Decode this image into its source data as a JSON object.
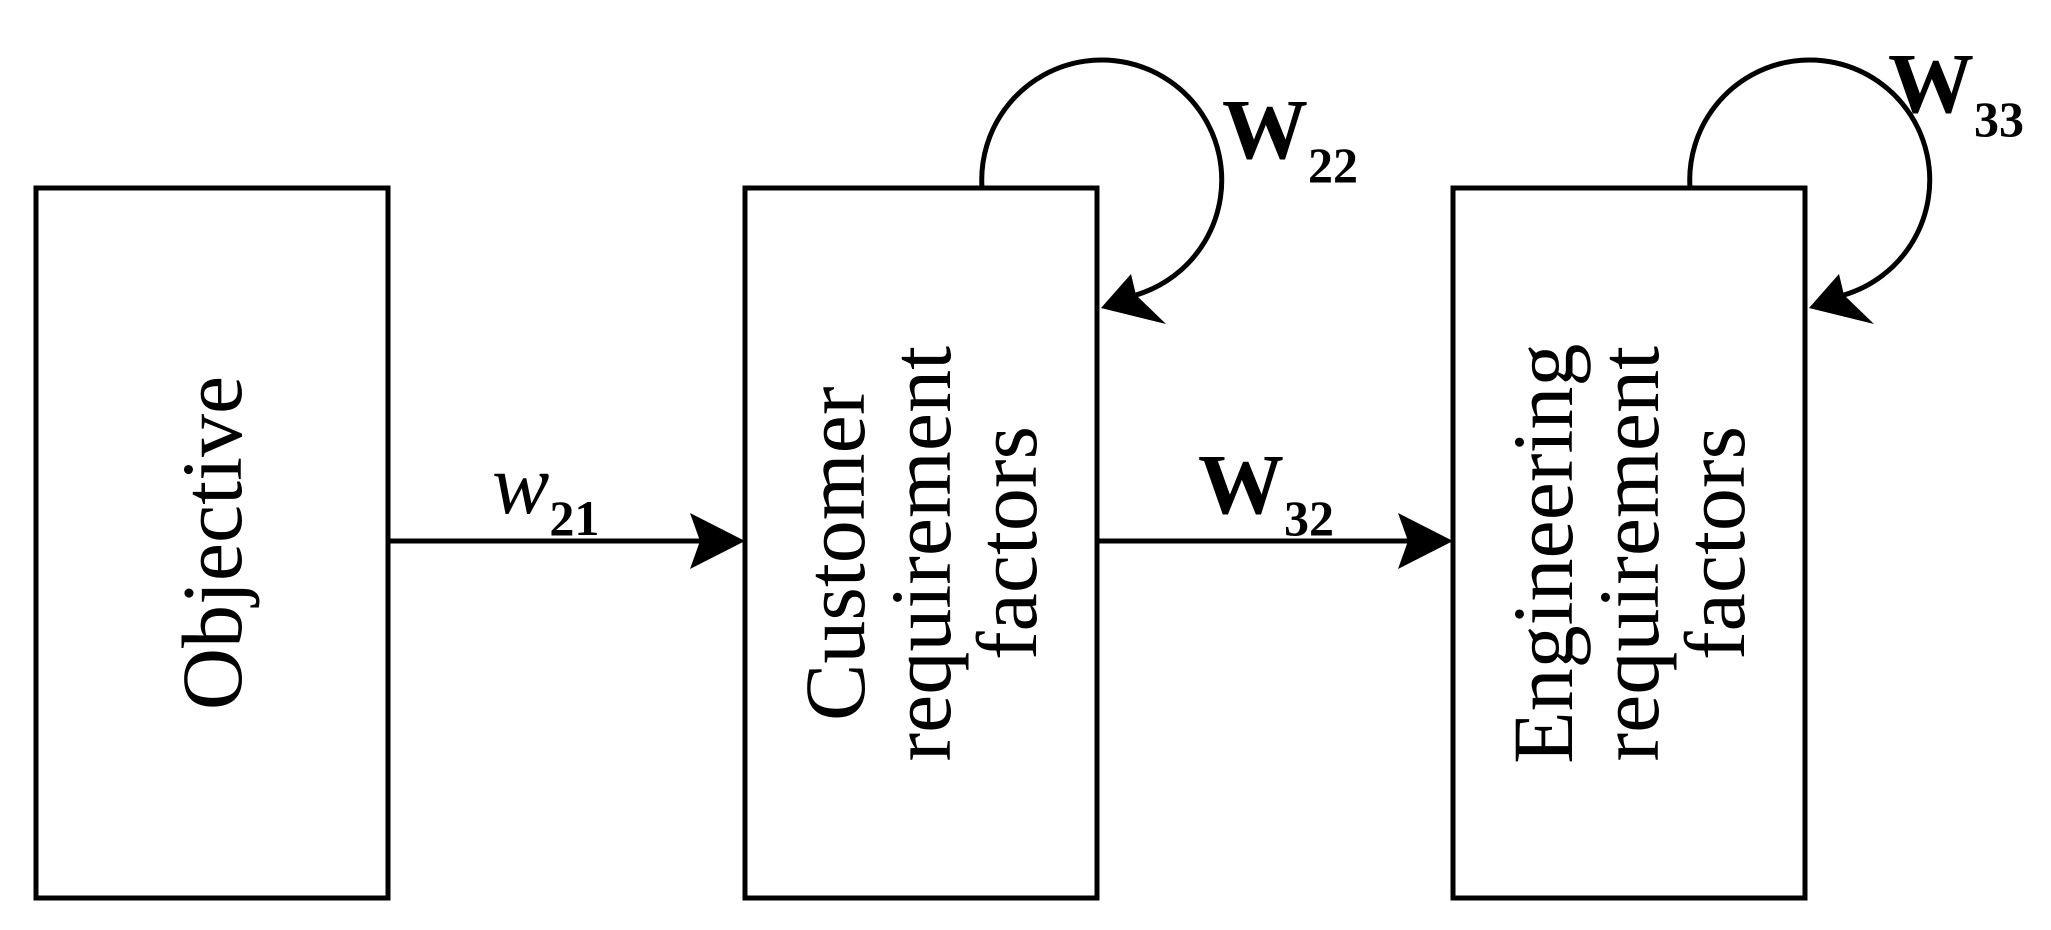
{
  "nodes": {
    "objective": {
      "lines": [
        "Objective"
      ]
    },
    "customer": {
      "lines": [
        "Customer",
        "requirement",
        "factors"
      ]
    },
    "engineering": {
      "lines": [
        "Engineering",
        "requirement",
        "factors"
      ]
    }
  },
  "edges": {
    "w21": {
      "symbol": "w",
      "subscript": "21"
    },
    "w32": {
      "symbol": "W",
      "subscript": "32"
    },
    "w22": {
      "symbol": "W",
      "subscript": "22"
    },
    "w33": {
      "symbol": "W",
      "subscript": "33"
    }
  }
}
